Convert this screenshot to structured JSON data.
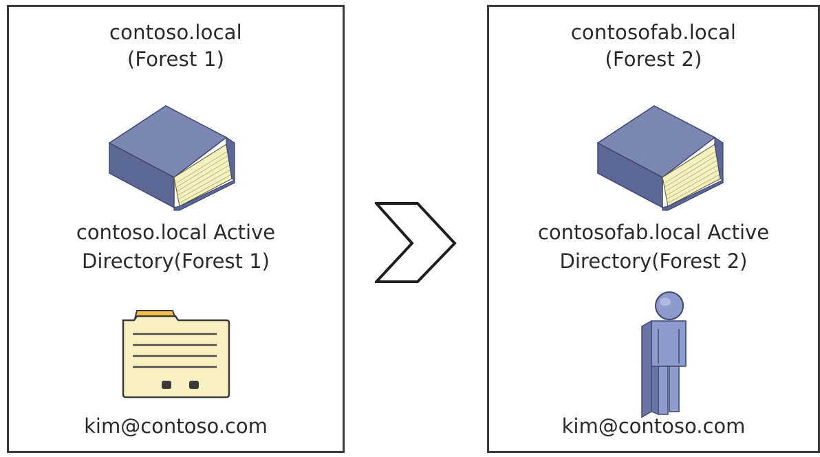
{
  "forests": [
    {
      "title_line1": "contoso.local",
      "title_line2": "(Forest 1)",
      "ad_line1": "contoso.local Active",
      "ad_line2": "Directory(Forest 1)",
      "account": "kim@contoso.com",
      "object_icon": "contact-card-icon"
    },
    {
      "title_line1": "contosofab.local",
      "title_line2": "(Forest 2)",
      "ad_line1": "contosofab.local Active",
      "ad_line2": "Directory(Forest 2)",
      "account": "kim@contoso.com",
      "object_icon": "user-icon"
    }
  ],
  "colors": {
    "book_cover": "#7b86b3",
    "book_pages": "#f4f1c0",
    "card_body": "#f7f1c1",
    "card_tab": "#f3c14a",
    "user_body": "#8f9bcd",
    "border": "#3a3a3a"
  }
}
